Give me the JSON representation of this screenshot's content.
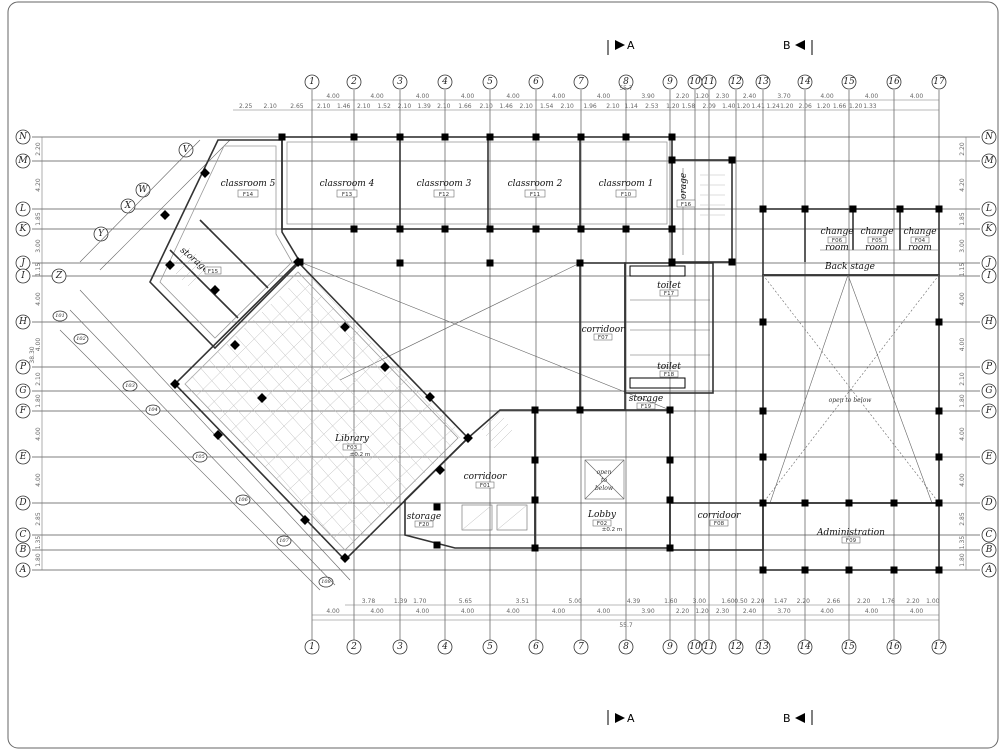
{
  "grid": {
    "columns": [
      "1",
      "2",
      "3",
      "4",
      "5",
      "6",
      "7",
      "8",
      "9",
      "10",
      "11",
      "12",
      "13",
      "14",
      "15",
      "16",
      "17"
    ],
    "rows": [
      "N",
      "M",
      "L",
      "K",
      "J",
      "I",
      "H",
      "P",
      "G",
      "F",
      "E",
      "D",
      "C",
      "B",
      "A"
    ],
    "diagonal_axes": [
      "V",
      "W",
      "X",
      "Y",
      "Z"
    ],
    "diagonal_axes_2": [
      "101",
      "102",
      "103",
      "104",
      "105",
      "106",
      "107",
      "108"
    ]
  },
  "dimensions": {
    "total_horizontal": "55.7",
    "total_vertical": "38.30",
    "top_main": [
      "4.00",
      "4.00",
      "4.00",
      "4.00",
      "4.00",
      "4.00",
      "4.00",
      "3.90",
      "2.20",
      "1.20",
      "2.30",
      "2.40",
      "3.70",
      "4.00",
      "4.00",
      "4.00"
    ],
    "top_detail": [
      "2.25",
      "2.10",
      "2.65",
      "2.10",
      "1.46",
      "2.10",
      "1.52",
      "2.10",
      "1.39",
      "2.10",
      "1.66",
      "2.10",
      "1.46",
      "2.10",
      "1.54",
      "2.10",
      "1.96",
      "2.10",
      "1.14",
      "2.53",
      "1.20",
      "1.58",
      "2.09",
      "1.40",
      "1.20",
      "1.41",
      "1.24",
      "1.20",
      "2.06",
      "1.20",
      "1.66",
      "1.20",
      "1.33"
    ],
    "bottom_detail": [
      "3.78",
      "1.39",
      "1.70",
      "5.65",
      "3.51",
      "5.00",
      "4.39",
      "1.60",
      "3.00",
      "1.60",
      "0.50",
      "2.20",
      "1.47",
      "2.20",
      "2.66",
      "2.20",
      "1.76",
      "2.20",
      "1.00"
    ],
    "bottom_main": [
      "4.00",
      "4.00",
      "4.00",
      "4.00",
      "4.00",
      "4.00",
      "4.00",
      "3.90",
      "2.20",
      "1.20",
      "2.30",
      "2.40",
      "3.70",
      "4.00",
      "4.00",
      "4.00"
    ],
    "vertical": [
      "2.20",
      "4.20",
      "1.85",
      "3.00",
      "1.15",
      "4.00",
      "4.00",
      "2.10",
      "1.80",
      "4.00",
      "4.00",
      "2.85",
      "1.35",
      "1.80"
    ]
  },
  "sections": {
    "a": "A",
    "b": "B"
  },
  "rooms": {
    "classroom5": {
      "name": "classroom 5",
      "tag": "F14"
    },
    "classroom4": {
      "name": "classroom 4",
      "tag": "F13"
    },
    "classroom3": {
      "name": "classroom 3",
      "tag": "F12"
    },
    "classroom2": {
      "name": "classroom 2",
      "tag": "F11"
    },
    "classroom1": {
      "name": "classroom 1",
      "tag": "F10"
    },
    "storage_stair_north": {
      "name": "storage",
      "tag": "F16"
    },
    "storage_west": {
      "name": "storage",
      "tag": "F15"
    },
    "change1": {
      "name": "change",
      "name2": "room",
      "tag": "F06"
    },
    "change2": {
      "name": "change",
      "name2": "room",
      "tag": "F05"
    },
    "change3": {
      "name": "change",
      "name2": "room",
      "tag": "F04"
    },
    "backstage": {
      "name": "Back stage"
    },
    "toilet1": {
      "name": "toilet",
      "tag": "F17"
    },
    "toilet2": {
      "name": "toilet",
      "tag": "F18"
    },
    "corridor_north": {
      "name": "corridoor",
      "tag": "F07"
    },
    "storage_toilet": {
      "name": "storage",
      "tag": "F19"
    },
    "library": {
      "name": "Library",
      "tag": "F03"
    },
    "corridor_main": {
      "name": "corridoor",
      "tag": "F01"
    },
    "storage_lift": {
      "name": "storage",
      "tag": "F20"
    },
    "lobby": {
      "name": "Lobby",
      "tag": "F02"
    },
    "corridor_east": {
      "name": "corridoor",
      "tag": "F08"
    },
    "administration": {
      "name": "Administration",
      "tag": "F09"
    }
  },
  "notes": {
    "void_lobby": [
      "open",
      "to",
      "below"
    ],
    "void_hall": "open to below",
    "level": "±0.2 m"
  }
}
